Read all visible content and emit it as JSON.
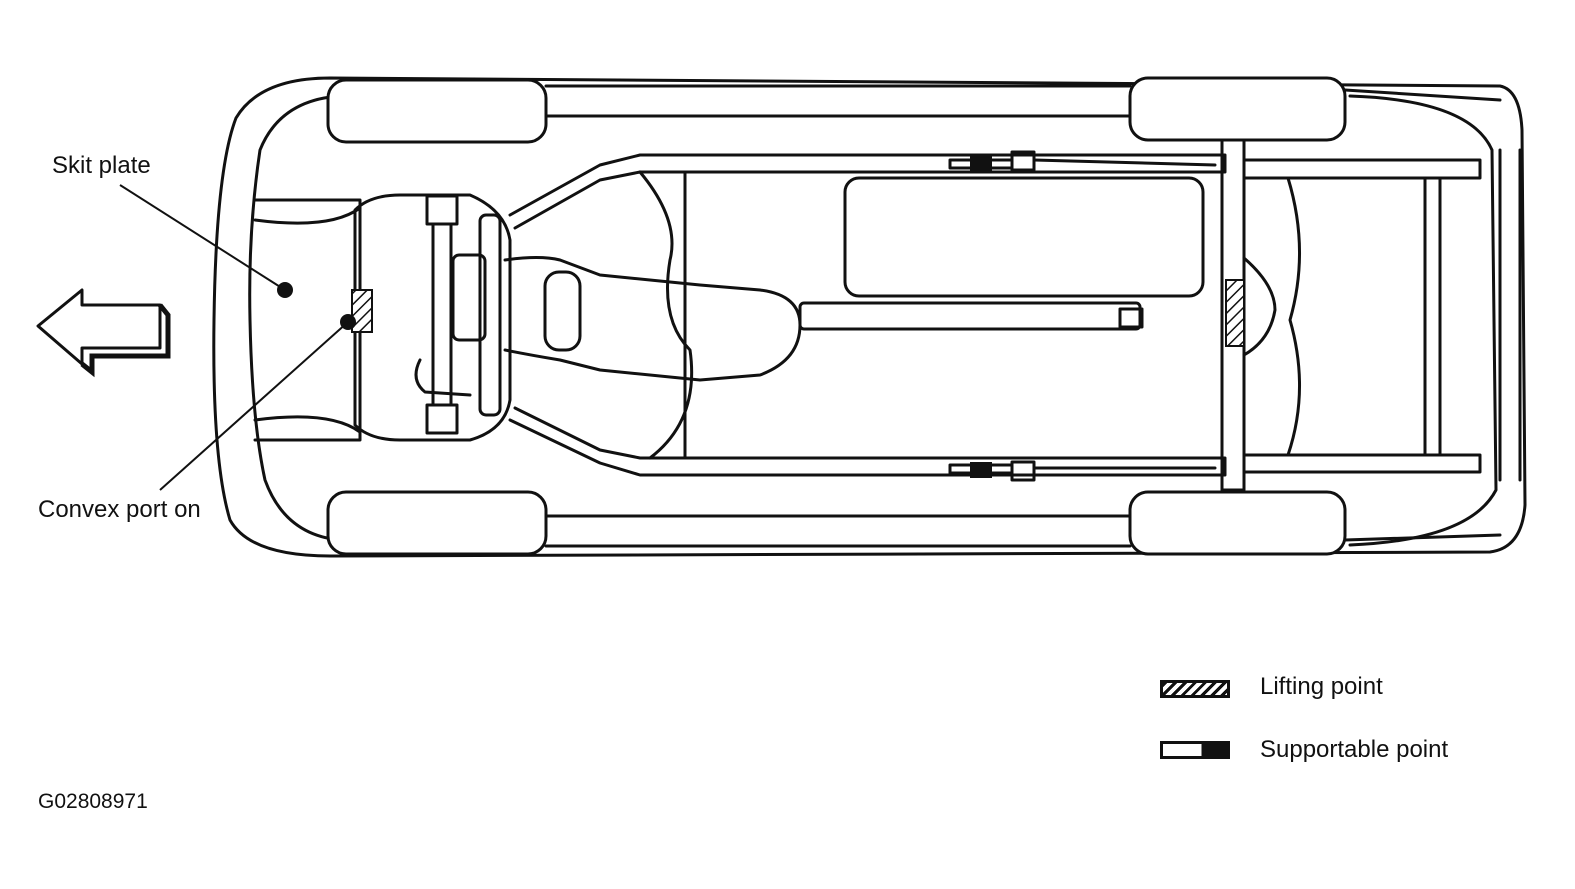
{
  "callouts": {
    "skid_plate": "Skit plate",
    "convex_portion": "Convex port on"
  },
  "legend": {
    "lifting_point": "Lifting point",
    "supportable_point": "Supportable point"
  },
  "figure_code": "G02808971",
  "icons": {
    "direction_arrow": "front-direction-arrow-icon"
  },
  "colors": {
    "line": "#111111",
    "background": "#ffffff"
  }
}
